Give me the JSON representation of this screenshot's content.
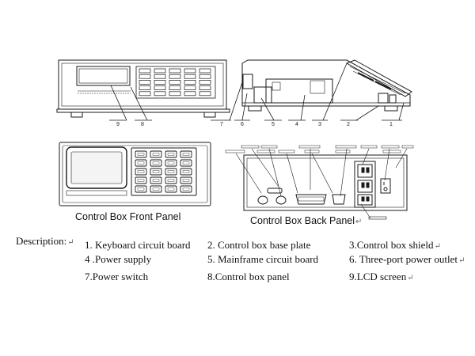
{
  "captions": {
    "front": "Control Box Front Panel",
    "back": "Control Box Back Panel",
    "back_mark": "↵"
  },
  "callouts": [
    "9",
    "8",
    "7",
    "6",
    "5",
    "4",
    "3",
    "2",
    "1"
  ],
  "description": {
    "label": "Description:",
    "label_mark": "↵",
    "items": [
      {
        "text": "1. Keyboard circuit board",
        "mark": ""
      },
      {
        "text": "2. Control box base plate",
        "mark": ""
      },
      {
        "text": "3.Control box shield",
        "mark": "↵"
      },
      {
        "text": "4 .Power supply",
        "mark": ""
      },
      {
        "text": "5. Mainframe circuit board",
        "mark": ""
      },
      {
        "text": "6. Three-port power outlet",
        "mark": "↵"
      },
      {
        "text": "7.Power switch",
        "mark": ""
      },
      {
        "text": "8.Control box panel",
        "mark": ""
      },
      {
        "text": "9.LCD screen",
        "mark": "↵"
      }
    ]
  },
  "colors": {
    "line": "#1a1a1a",
    "screen": "#f4f4f4"
  }
}
